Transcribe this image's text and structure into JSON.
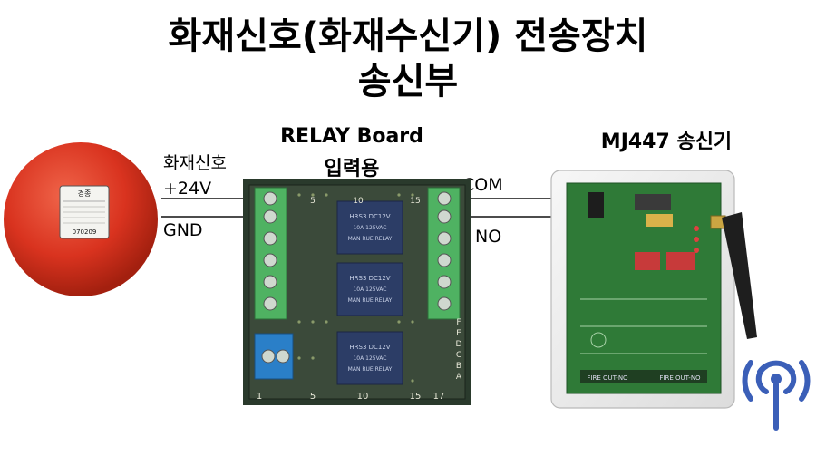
{
  "title": {
    "line1": "화재신호(화재수신기)  전송장치",
    "line2": "송신부"
  },
  "relay_board": {
    "label_line1": "RELAY Board",
    "label_line2": "입력용",
    "col_markers": [
      "5",
      "10",
      "15"
    ],
    "bottom_markers": [
      "1",
      "5",
      "10",
      "15",
      "17"
    ],
    "row_letters": [
      "A",
      "B",
      "C",
      "D",
      "E",
      "F"
    ],
    "relay_text_line1": "HRS3 DC12V",
    "relay_text_line2": "10A 125VAC",
    "relay_text_line3": "MAN RUE RELAY"
  },
  "transmitter": {
    "label": "MJ447 송신기",
    "footer_left": "FIRE OUT-NO",
    "footer_right": "FIRE OUT-NO"
  },
  "bell": {
    "signal_label": "화재신호",
    "plus_label": "+24V",
    "gnd_label": "GND",
    "brand": "경종",
    "model": "070209"
  },
  "connections": {
    "com_label": "COM",
    "no_label": "NO"
  },
  "colors": {
    "bell_red": "#d9331f",
    "terminal_green": "#4fb262",
    "pcb_green": "#2f7a37",
    "relay_blue": "#2c3d66",
    "wireless_blue": "#3b5fb8"
  }
}
